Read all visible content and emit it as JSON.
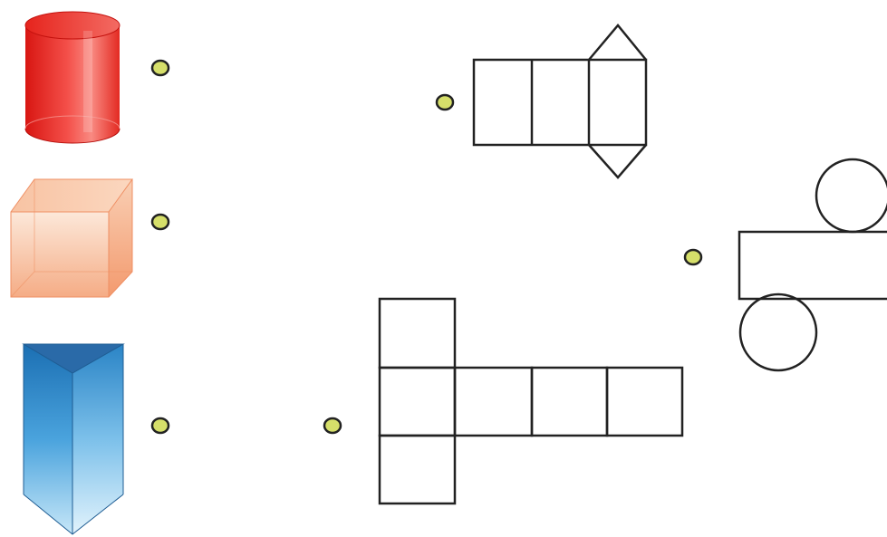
{
  "title": "",
  "colors": {
    "background": "#ffffff",
    "dot_fill": "#d6df6a",
    "dot_stroke": "#222222",
    "net_stroke": "#222222",
    "cylinder": "#e8251f",
    "cube": "#f6b48e",
    "prism": "#3d9bd8"
  },
  "solids": [
    {
      "id": "cylinder",
      "icon": "cylinder-icon"
    },
    {
      "id": "cube",
      "icon": "cube-icon"
    },
    {
      "id": "triangular-prism",
      "icon": "triangular-prism-icon"
    }
  ],
  "nets": [
    {
      "id": "triangular-prism-net",
      "icon": "triangular-prism-net-icon"
    },
    {
      "id": "cylinder-net",
      "icon": "cylinder-net-icon"
    },
    {
      "id": "cube-net",
      "icon": "cube-net-icon"
    }
  ]
}
